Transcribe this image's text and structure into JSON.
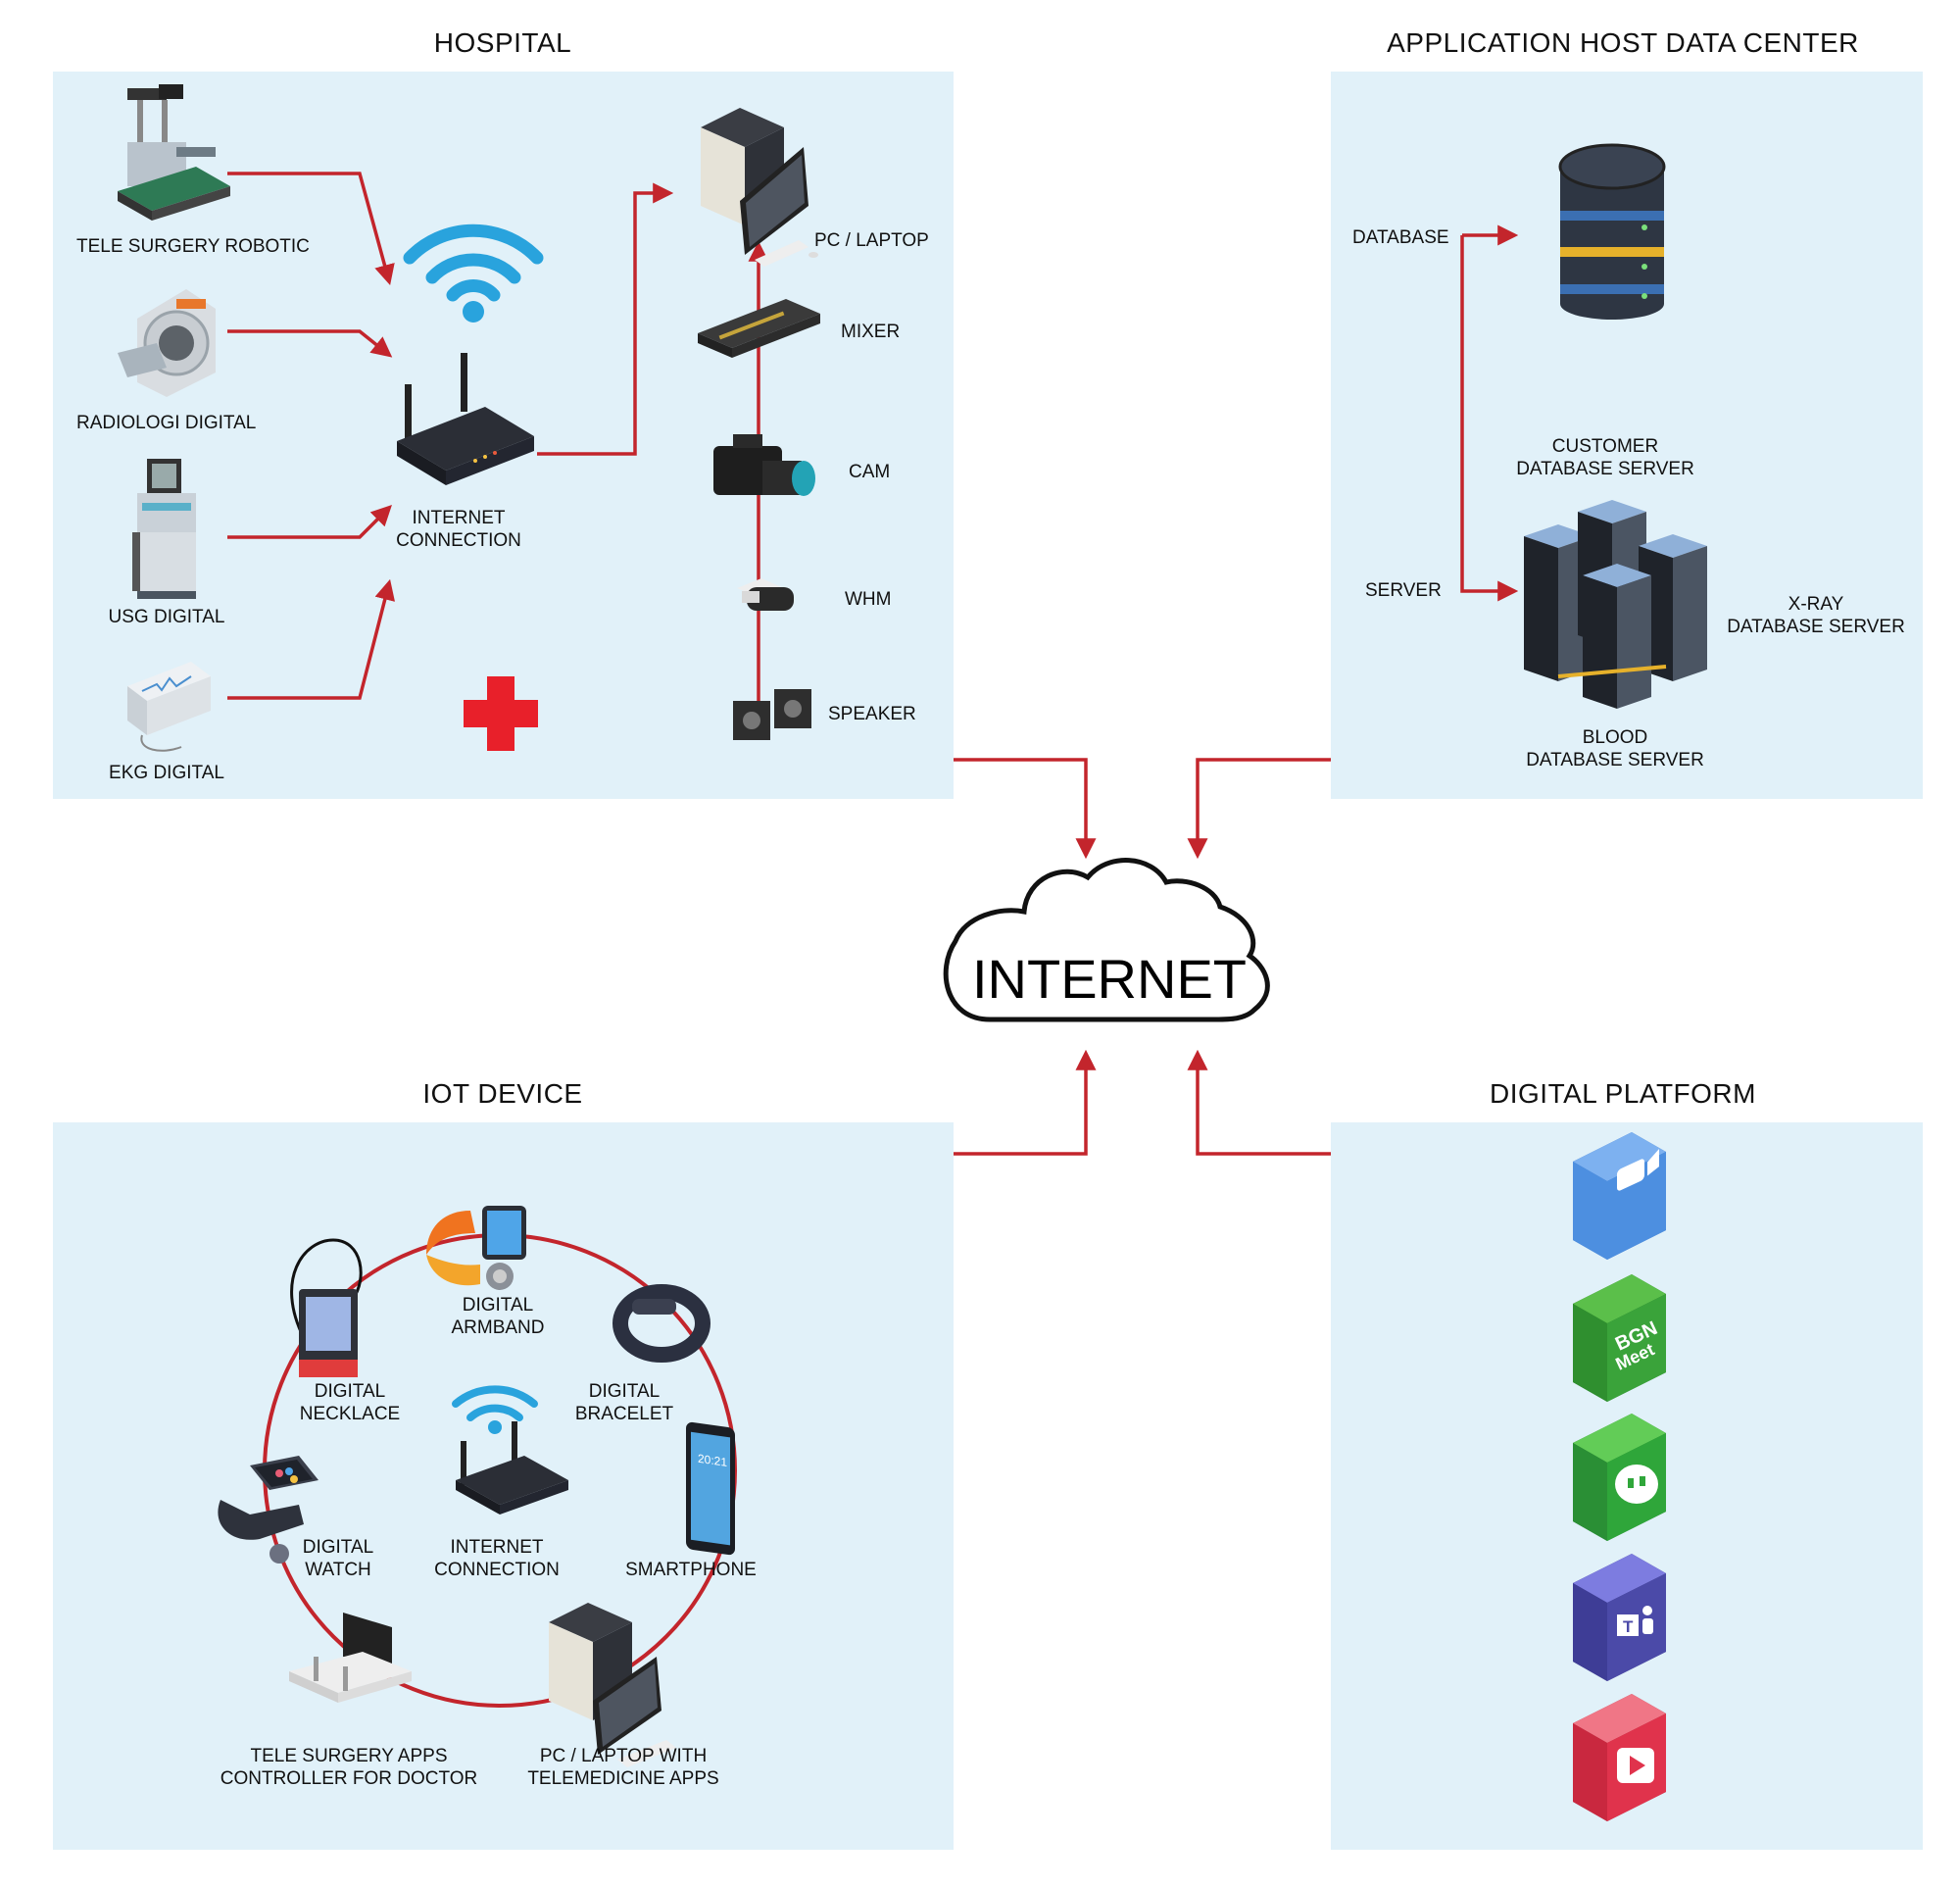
{
  "sections": {
    "hospital": "HOSPITAL",
    "datacenter": "APPLICATION HOST DATA CENTER",
    "iot": "IOT DEVICE",
    "platform": "DIGITAL PLATFORM"
  },
  "center": {
    "label": "INTERNET"
  },
  "hospital": {
    "tele_surgery": "TELE SURGERY ROBOTIC",
    "radiologi": "RADIOLOGI DIGITAL",
    "usg": "USG DIGITAL",
    "ekg": "EKG DIGITAL",
    "router_line1": "INTERNET",
    "router_line2": "CONNECTION",
    "pc": "PC / LAPTOP",
    "mixer": "MIXER",
    "cam": "CAM",
    "whm": "WHM",
    "speaker": "SPEAKER"
  },
  "datacenter": {
    "database": "DATABASE",
    "server": "SERVER",
    "customer_line1": "CUSTOMER",
    "customer_line2": "DATABASE SERVER",
    "xray_line1": "X-RAY",
    "xray_line2": "DATABASE SERVER",
    "blood_line1": "BLOOD",
    "blood_line2": "DATABASE SERVER"
  },
  "iot": {
    "armband_line1": "DIGITAL",
    "armband_line2": "ARMBAND",
    "necklace_line1": "DIGITAL",
    "necklace_line2": "NECKLACE",
    "bracelet_line1": "DIGITAL",
    "bracelet_line2": "BRACELET",
    "watch_line1": "DIGITAL",
    "watch_line2": "WATCH",
    "router_line1": "INTERNET",
    "router_line2": "CONNECTION",
    "smartphone": "SMARTPHONE",
    "controller_line1": "TELE SURGERY APPS",
    "controller_line2": "CONTROLLER FOR DOCTOR",
    "pc_line1": "PC / LAPTOP WITH",
    "pc_line2": "TELEMEDICINE APPS",
    "smartphone_screen": "20:21"
  },
  "platform": {
    "apps": [
      {
        "icon": "zoom-icon",
        "color": "#4d8fe0"
      },
      {
        "icon": "bgn-meet-icon",
        "color": "#2f8f2f",
        "text1": "BGN",
        "text2": "Meet"
      },
      {
        "icon": "hangouts-icon",
        "color": "#2fa63a"
      },
      {
        "icon": "teams-icon",
        "color": "#4b4aa8"
      },
      {
        "icon": "video-play-icon",
        "color": "#e0334c"
      }
    ]
  },
  "colors": {
    "panel": "#e1f1f9",
    "arrow": "#c3252c",
    "wifi": "#29a3dd",
    "cross": "#e8202a"
  }
}
